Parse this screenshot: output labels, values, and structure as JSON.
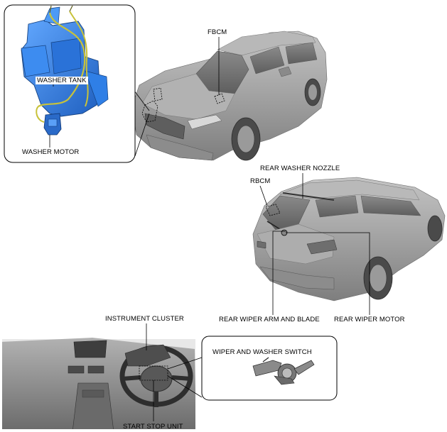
{
  "labels": {
    "fbcm": "FBCM",
    "washer_tank": "WASHER TANK",
    "washer_motor": "WASHER MOTOR",
    "rear_washer_nozzle": "REAR WASHER NOZZLE",
    "rbcm": "RBCM",
    "rear_wiper_arm_and_blade": "REAR WIPER ARM AND BLADE",
    "rear_wiper_motor": "REAR WIPER MOTOR",
    "instrument_cluster": "INSTRUMENT CLUSTER",
    "wiper_and_washer_switch": "WIPER AND WASHER SWITCH",
    "start_stop_unit": "START STOP UNIT"
  },
  "colors": {
    "washer_tank_body": "#2f7fe6",
    "washer_hose": "#c8c23a",
    "vehicle_gray": "#9a9a9a"
  }
}
